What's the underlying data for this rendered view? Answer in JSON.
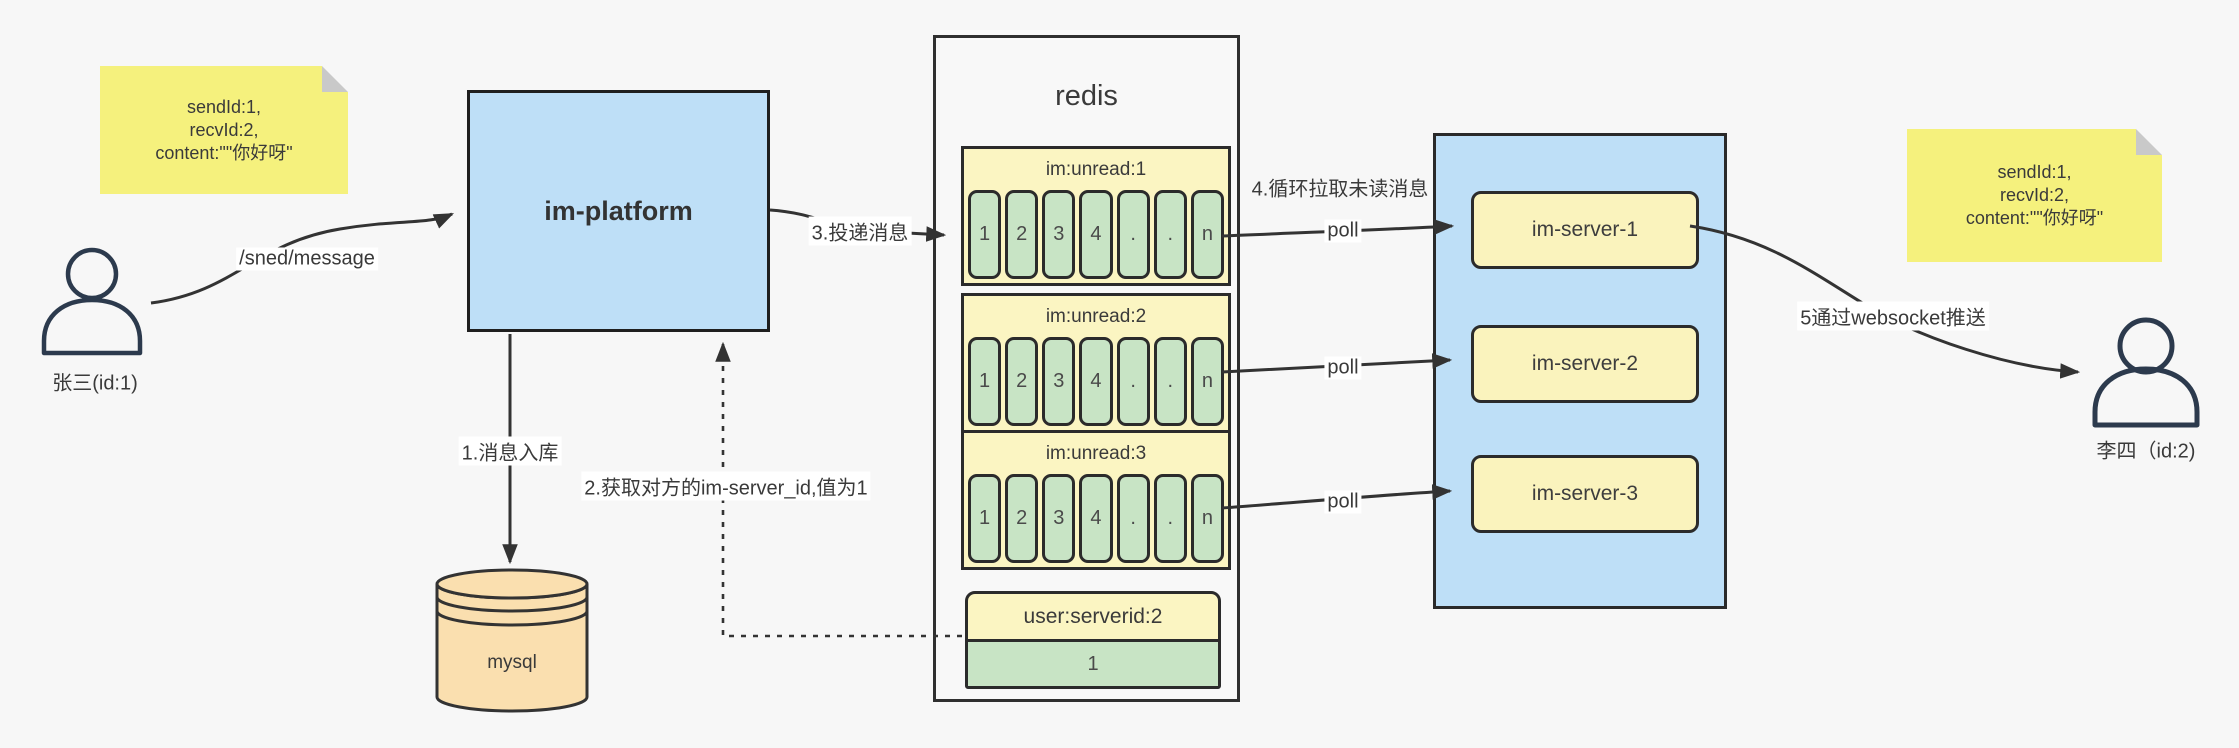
{
  "colors": {
    "background": "#F7F7F7",
    "container_blue": "#BEDFF7",
    "queue_yellow": "#FBF5C2",
    "server_yellow": "#FAF3BD",
    "cell_green": "#C8E4C5",
    "sticky_yellow": "#F5F17D",
    "mysql_tan": "#FADFAF",
    "line_dark": "#333333",
    "person_stroke": "#2C3A4D"
  },
  "actors": {
    "sender": "张三(id:1)",
    "receiver": "李四（id:2)"
  },
  "message_note": {
    "line1": "sendId:1,",
    "line2": "recvId:2,",
    "line3": "content:\"\"你好呀\""
  },
  "platform": {
    "title": "im-platform"
  },
  "database": {
    "title": "mysql"
  },
  "redis": {
    "title": "redis",
    "queues": [
      {
        "name": "im:unread:1",
        "cells": [
          "1",
          "2",
          "3",
          "4",
          ".",
          ".",
          "n"
        ]
      },
      {
        "name": "im:unread:2",
        "cells": [
          "1",
          "2",
          "3",
          "4",
          ".",
          ".",
          "n"
        ]
      },
      {
        "name": "im:unread:3",
        "cells": [
          "1",
          "2",
          "3",
          "4",
          ".",
          ".",
          "n"
        ]
      }
    ],
    "kv": {
      "key": "user:serverid:2",
      "value": "1"
    }
  },
  "cluster": {
    "servers": [
      "im-server-1",
      "im-server-2",
      "im-server-3"
    ]
  },
  "labels": {
    "send": "/sned/message",
    "step1": "1.消息入库",
    "step2": "2.获取对方的im-server_id,值为1",
    "step3": "3.投递消息",
    "step4": "4.循环拉取未读消息",
    "poll": "poll",
    "step5": "5通过websocket推送"
  }
}
